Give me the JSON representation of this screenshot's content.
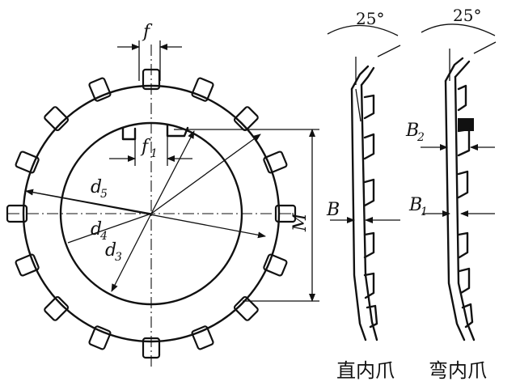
{
  "front_view": {
    "label_f": "f",
    "label_f1": "f",
    "label_f1_sub": "1",
    "label_d5": "d",
    "label_d5_sub": "5",
    "label_d4": "d",
    "label_d4_sub": "4",
    "label_d3": "d",
    "label_d3_sub": "3",
    "label_M": "M"
  },
  "straight_claw": {
    "angle": "25°",
    "label_B": "B",
    "caption": "直内爪"
  },
  "bent_claw": {
    "angle": "25°",
    "label_B2": "B",
    "label_B2_sub": "2",
    "label_B1": "B",
    "label_B1_sub": "1",
    "caption": "弯内爪"
  }
}
